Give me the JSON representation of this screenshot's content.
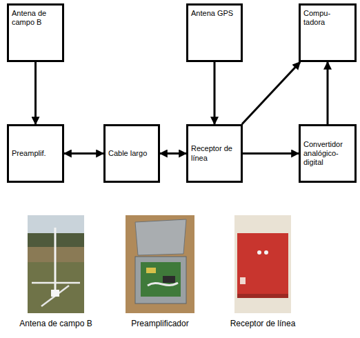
{
  "diagram": {
    "nodes": [
      {
        "text": [
          "Antena de campo B"
        ]
      },
      {
        "text": [
          "Antena GPS"
        ]
      },
      {
        "text": [
          "Compu- tadora"
        ]
      },
      {
        "text": [
          "Preamplif."
        ]
      },
      {
        "text": [
          "Cable largo"
        ]
      },
      {
        "text": [
          "Receptor de línea"
        ]
      },
      {
        "text": [
          "Convertidor analógico-digital"
        ]
      }
    ],
    "edges": [
      {
        "from": 0,
        "to": 3,
        "arrow": "to"
      },
      {
        "from": 3,
        "to": 4,
        "arrow": "both"
      },
      {
        "from": 4,
        "to": 5,
        "arrow": "both"
      },
      {
        "from": 1,
        "to": 5,
        "arrow": "to"
      },
      {
        "from": 5,
        "to": 2,
        "arrow": "to"
      },
      {
        "from": 5,
        "to": 6,
        "arrow": "to"
      },
      {
        "from": 6,
        "to": 2,
        "arrow": "to"
      }
    ],
    "labels": [
      "Antena de campo B",
      "Preamplificador",
      "Receptor de línea"
    ]
  }
}
